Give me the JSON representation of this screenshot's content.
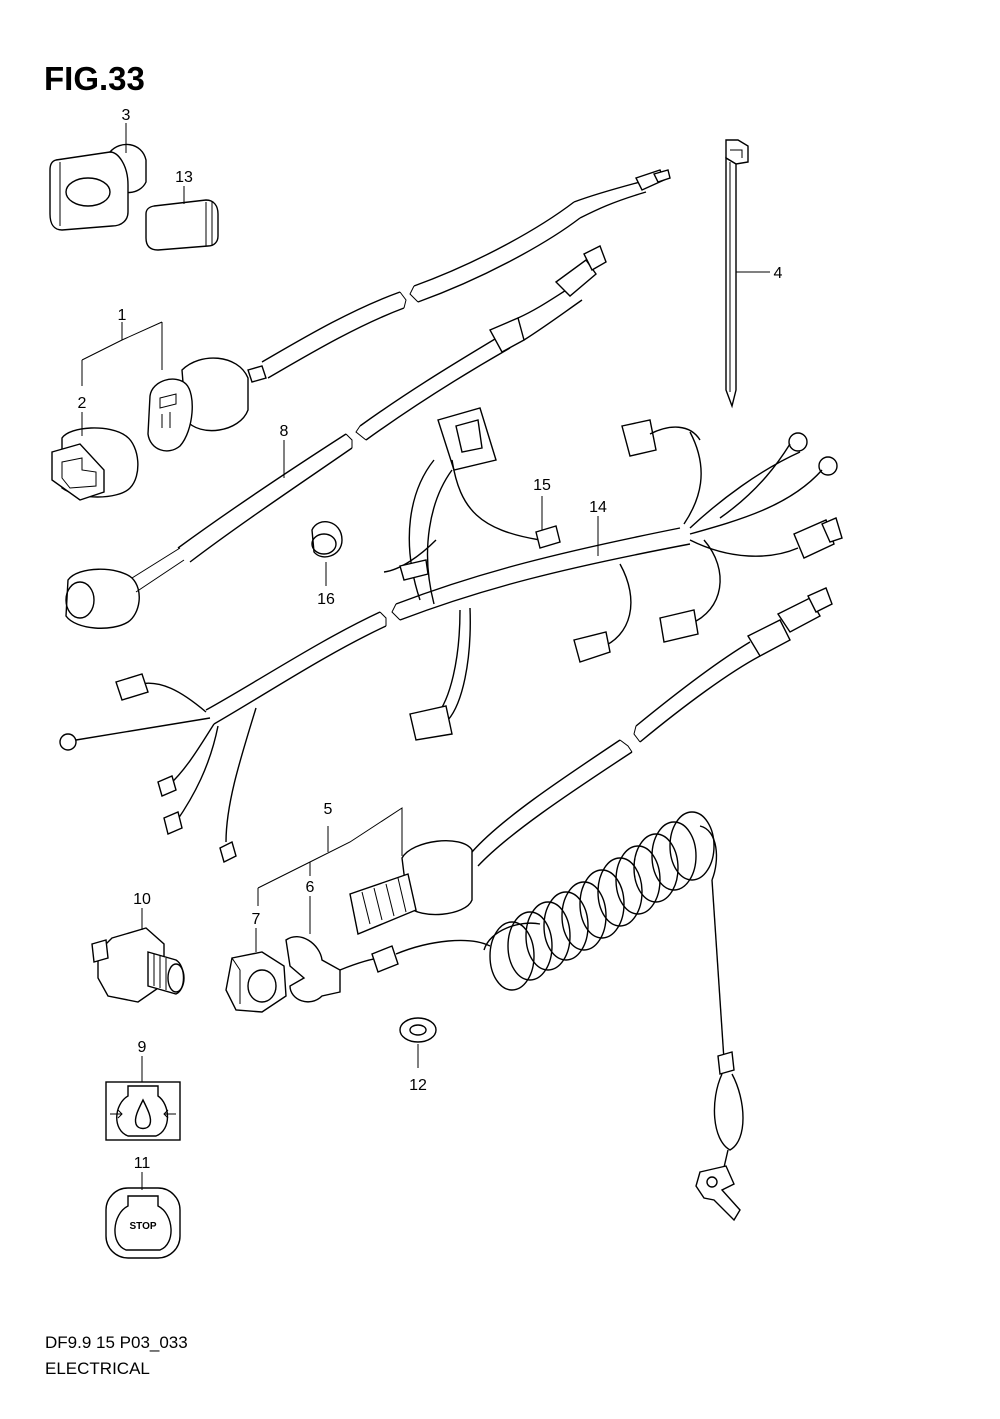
{
  "figure": {
    "title": "FIG.33",
    "code": "DF9.9 15 P03_033",
    "name": "ELECTRICAL"
  },
  "callouts": [
    "1",
    "2",
    "3",
    "4",
    "5",
    "6",
    "7",
    "8",
    "9",
    "10",
    "11",
    "12",
    "13",
    "14",
    "15",
    "16"
  ],
  "labels": {
    "stop": "STOP"
  }
}
